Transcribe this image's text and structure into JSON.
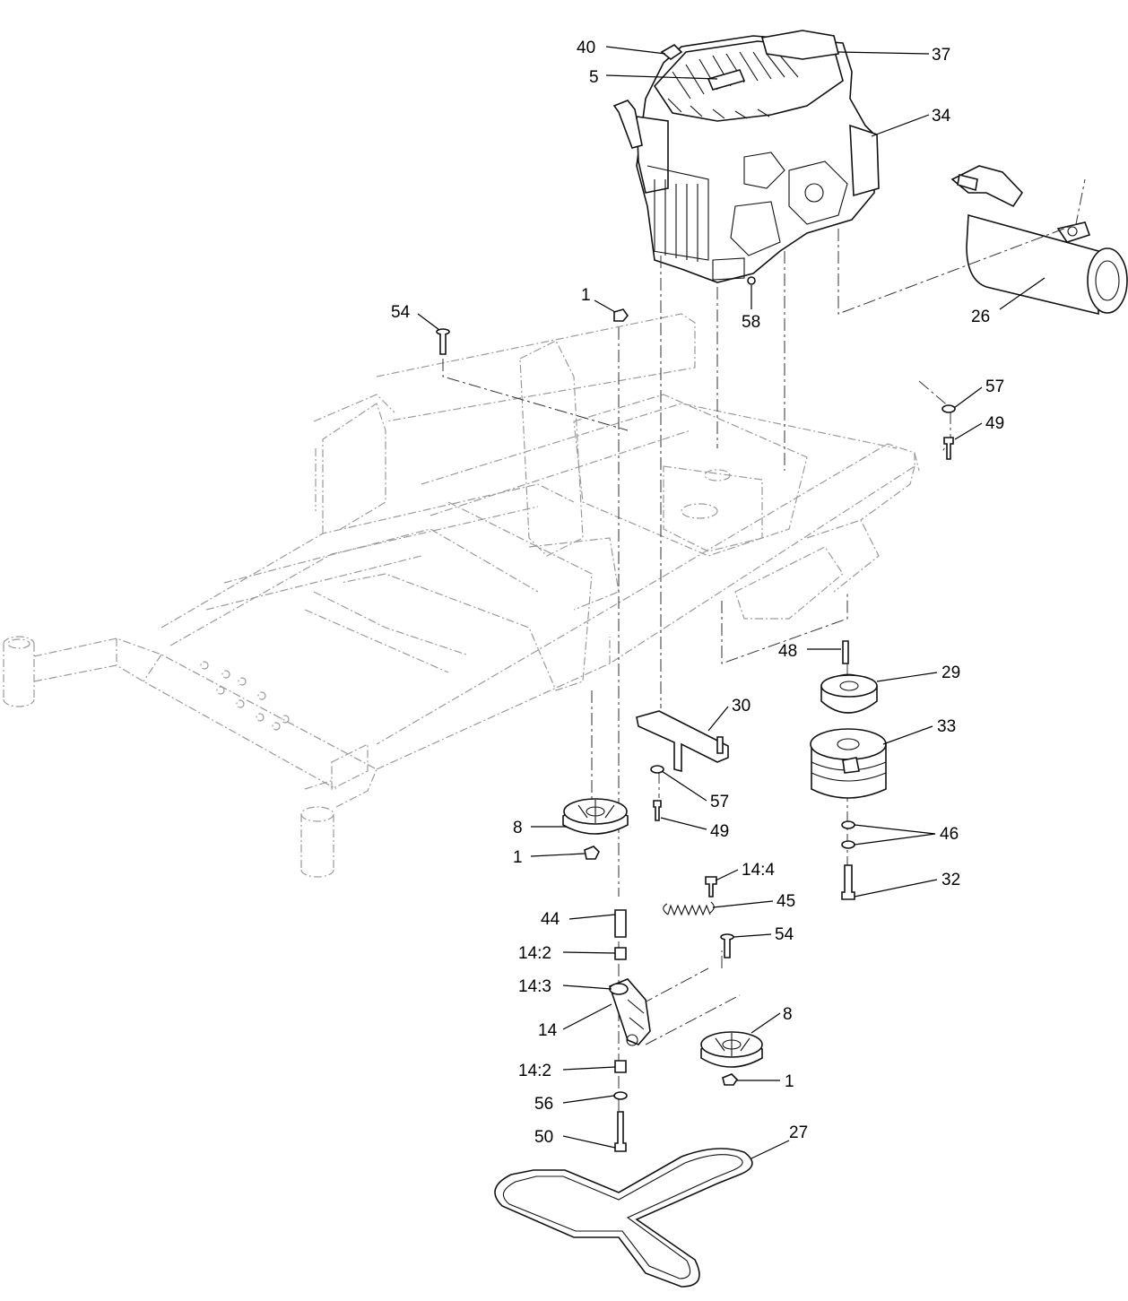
{
  "callouts": [
    {
      "text": "40"
    },
    {
      "text": "5"
    },
    {
      "text": "37"
    },
    {
      "text": "34"
    },
    {
      "text": "1"
    },
    {
      "text": "54"
    },
    {
      "text": "58"
    },
    {
      "text": "26"
    },
    {
      "text": "57"
    },
    {
      "text": "49"
    },
    {
      "text": "48"
    },
    {
      "text": "29"
    },
    {
      "text": "30"
    },
    {
      "text": "33"
    },
    {
      "text": "57"
    },
    {
      "text": "49"
    },
    {
      "text": "8"
    },
    {
      "text": "46"
    },
    {
      "text": "1"
    },
    {
      "text": "14:4"
    },
    {
      "text": "32"
    },
    {
      "text": "45"
    },
    {
      "text": "44"
    },
    {
      "text": "54"
    },
    {
      "text": "14:2"
    },
    {
      "text": "14:3"
    },
    {
      "text": "8"
    },
    {
      "text": "14"
    },
    {
      "text": "1"
    },
    {
      "text": "14:2"
    },
    {
      "text": "56"
    },
    {
      "text": "50"
    },
    {
      "text": "27"
    }
  ]
}
